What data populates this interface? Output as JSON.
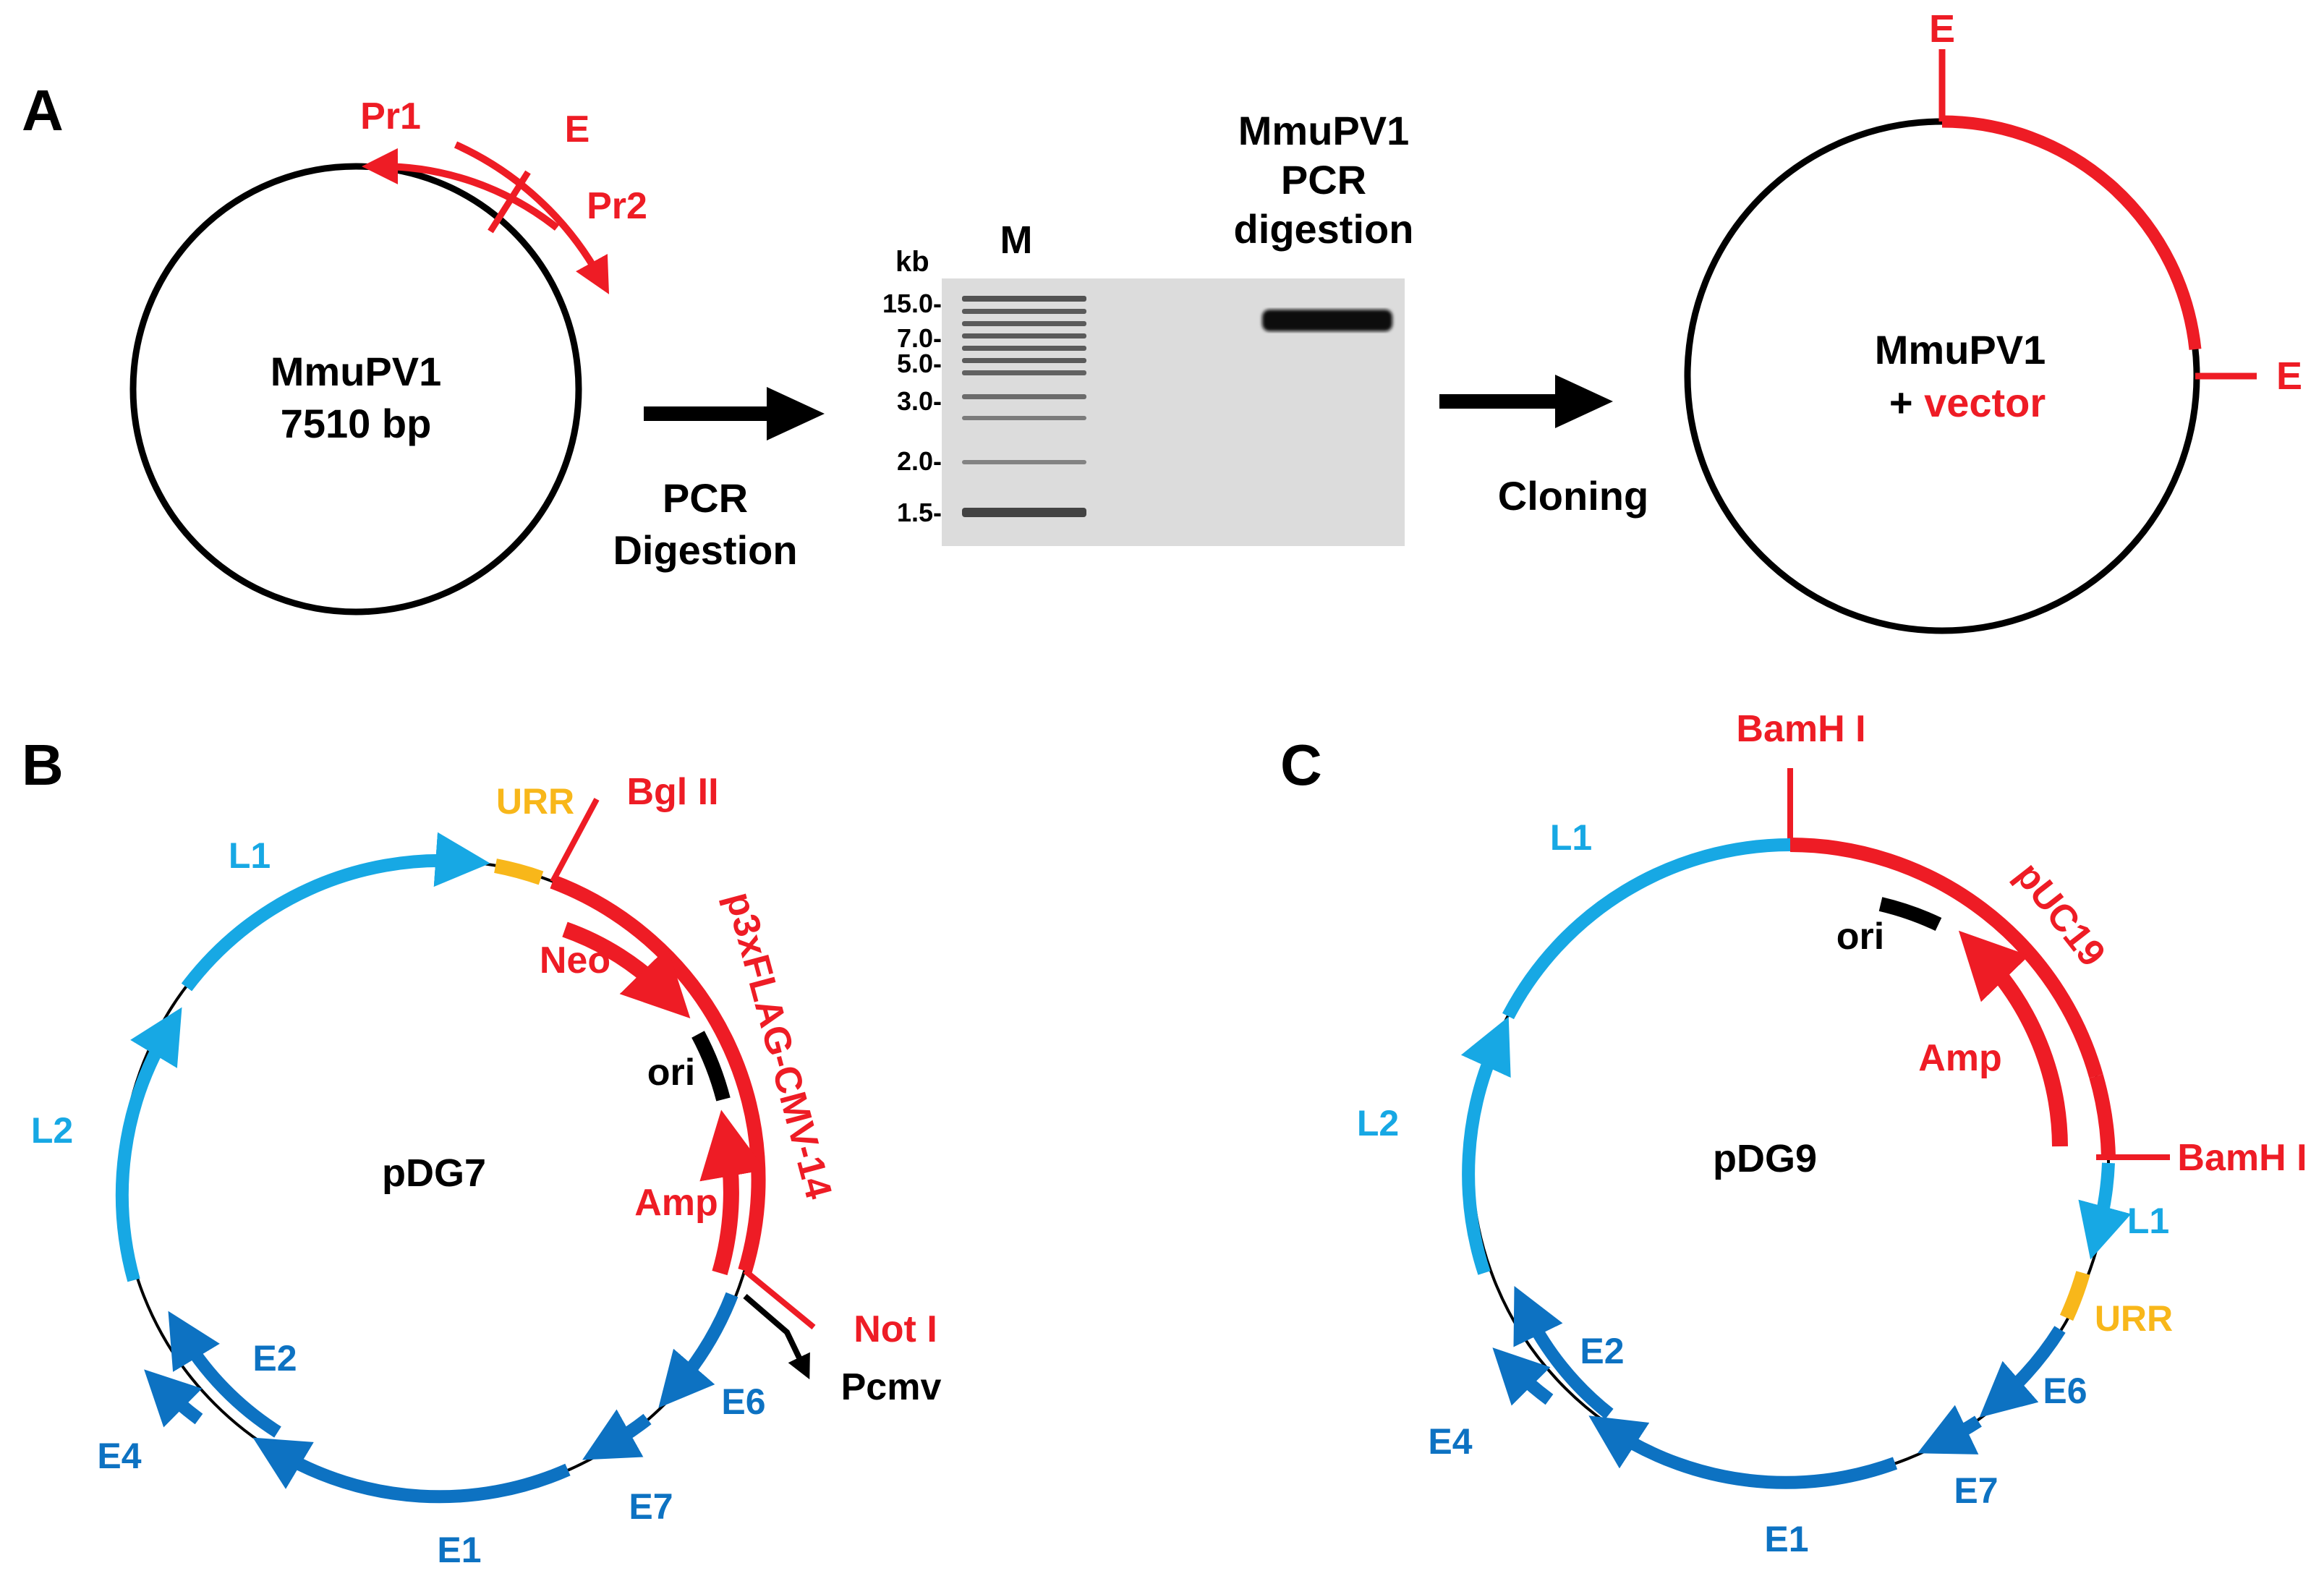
{
  "colors": {
    "red": "#ee1c25",
    "black": "#000000",
    "light_blue": "#17a8e4",
    "dark_blue": "#0d72c2",
    "orange": "#f8b71a",
    "gel_bg": "#dcdcdc"
  },
  "panel_a": {
    "label": "A",
    "plasmid_line1": "MmuPV1",
    "plasmid_line2": "7510 bp",
    "primer1": "Pr1",
    "primer2": "Pr2",
    "enzyme_site": "E",
    "step1_line1": "PCR",
    "step1_line2": "Digestion",
    "gel": {
      "unit": "kb",
      "marker_lane": "M",
      "sample_line1": "MmuPV1",
      "sample_line2": "PCR",
      "sample_line3": "digestion",
      "ladder": [
        "15.0-",
        "7.0-",
        "5.0-",
        "3.0-",
        "2.0-",
        "1.5-"
      ]
    },
    "step2": "Cloning",
    "clone_line1": "MmuPV1",
    "clone_plus": "+",
    "clone_vector": "vector",
    "site_top": "E",
    "site_right": "E"
  },
  "panel_b": {
    "label": "B",
    "name": "pDG7",
    "vector": "p3xFLAG-CMV-14",
    "sites": [
      "Bgl II",
      "Not I"
    ],
    "features": {
      "neo": "Neo",
      "ori": "ori",
      "amp": "Amp",
      "pcmv": "Pcmv",
      "urr": "URR"
    },
    "genes": [
      "L1",
      "L2",
      "E4",
      "E2",
      "E1",
      "E7",
      "E6"
    ]
  },
  "panel_c": {
    "label": "C",
    "name": "pDG9",
    "vector": "pUC19",
    "sites": [
      "BamH I",
      "BamH I"
    ],
    "features": {
      "ori": "ori",
      "amp": "Amp",
      "urr": "URR"
    },
    "genes": [
      "L1",
      "L2",
      "L1",
      "E6",
      "E7",
      "E1",
      "E2",
      "E4"
    ]
  }
}
